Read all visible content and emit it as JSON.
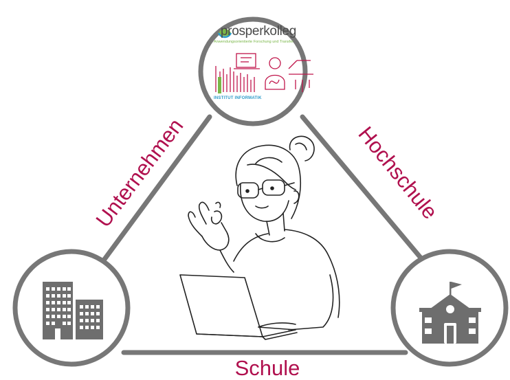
{
  "diagram": {
    "nodes": {
      "top": {
        "brand_name": "prosperkolleg",
        "brand_tagline": "Anwendungsorientierte Forschung und Transfer",
        "institute": "INSTITUT INFORMATIK"
      },
      "left": {
        "icon": "office-buildings-icon"
      },
      "right": {
        "icon": "school-building-icon"
      }
    },
    "center": {
      "icon": "person-with-laptop-ok-gesture-illustration"
    },
    "edges": {
      "left": "Unternehmen",
      "right": "Hochschule",
      "bottom": "Schule"
    }
  },
  "colors": {
    "edge_label": "#b0104e",
    "stroke": "#777777",
    "icon": "#6e6e6e",
    "brand_green": "#7ab648",
    "brand_blue": "#2b9ac9",
    "brand_red": "#c0154a",
    "brand_text": "#4a4a4a"
  }
}
